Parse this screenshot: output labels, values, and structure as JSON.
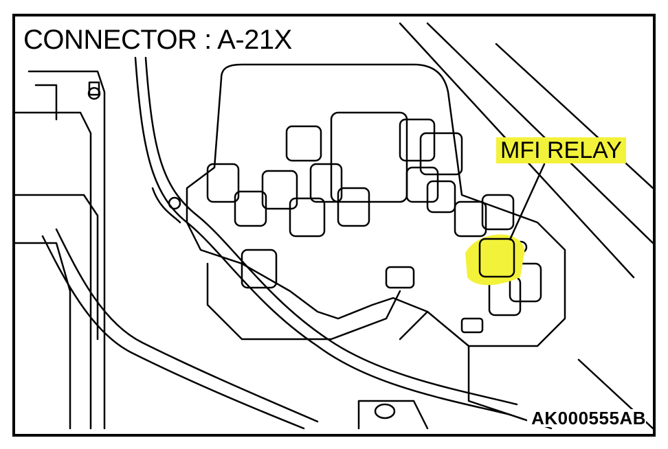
{
  "header": {
    "connector_label": "CONNECTOR : A-21X"
  },
  "callout": {
    "label": "MFI RELAY"
  },
  "footer": {
    "figure_id": "AK000555AB"
  },
  "colors": {
    "highlight": "#f3f23a",
    "line": "#000000",
    "background": "#ffffff"
  }
}
